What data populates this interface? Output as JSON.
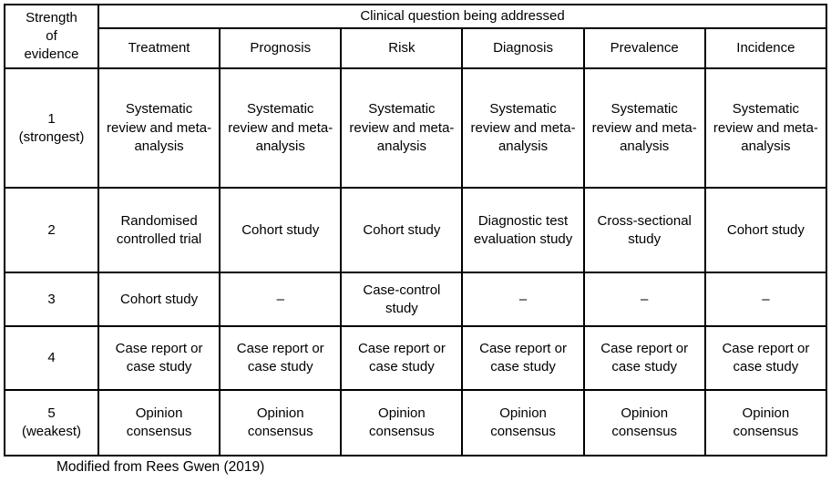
{
  "table": {
    "corner_header": "Strength\nof\nevidence",
    "group_header": "Clinical question being addressed",
    "columns": [
      "Treatment",
      "Prognosis",
      "Risk",
      "Diagnosis",
      "Prevalence",
      "Incidence"
    ],
    "rows": [
      {
        "level": "1\n(strongest)",
        "cells": [
          "Systematic review and meta-analysis",
          "Systematic review and meta-analysis",
          "Systematic review and meta-analysis",
          "Systematic review and meta-analysis",
          "Systematic review and meta-analysis",
          "Systematic review and meta-analysis"
        ]
      },
      {
        "level": "2",
        "cells": [
          "Randomised controlled trial",
          "Cohort study",
          "Cohort study",
          "Diagnostic test evaluation study",
          "Cross-sectional study",
          "Cohort study"
        ]
      },
      {
        "level": "3",
        "cells": [
          "Cohort study",
          "–",
          "Case-control study",
          "–",
          "–",
          "–"
        ]
      },
      {
        "level": "4",
        "cells": [
          "Case report or case study",
          "Case report or case study",
          "Case report or case study",
          "Case report or case study",
          "Case report or case study",
          "Case report or case study"
        ]
      },
      {
        "level": "5\n(weakest)",
        "cells": [
          "Opinion consensus",
          "Opinion consensus",
          "Opinion consensus",
          "Opinion consensus",
          "Opinion consensus",
          "Opinion consensus"
        ]
      }
    ]
  },
  "footer": {
    "source_note": "Modified from Rees Gwen (2019)"
  },
  "colors": {
    "border": "#000000",
    "text": "#000000",
    "background": "#ffffff"
  }
}
